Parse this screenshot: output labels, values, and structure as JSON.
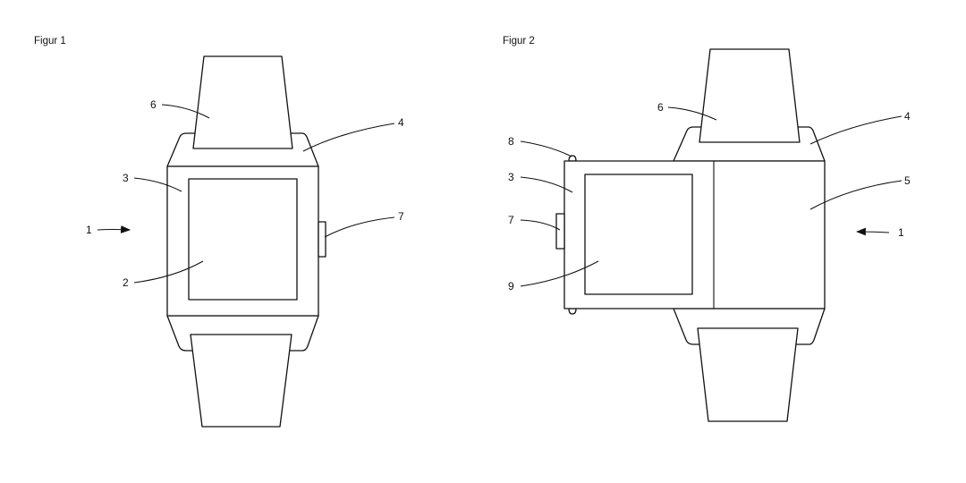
{
  "figure1": {
    "title": "Figur 1",
    "labels": {
      "watch": "1",
      "display": "2",
      "case": "3",
      "lug": "4",
      "strap": "6",
      "button": "7"
    }
  },
  "figure2": {
    "title": "Figur 2",
    "labels": {
      "watch": "1",
      "case": "3",
      "lug": "4",
      "cover": "5",
      "strap": "6",
      "button": "7",
      "hinge": "8",
      "display": "9"
    }
  }
}
